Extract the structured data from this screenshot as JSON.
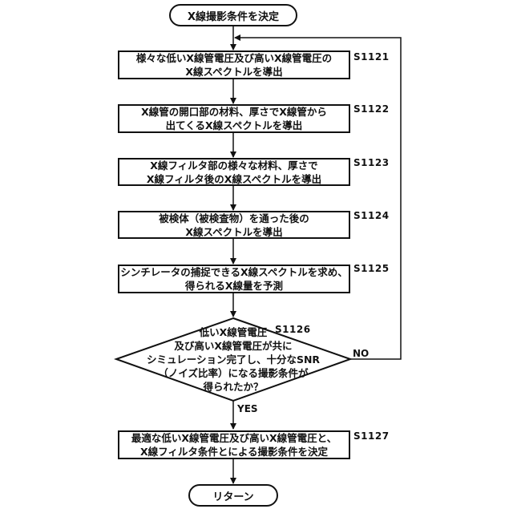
{
  "start": "X線撮影条件を決定",
  "end": "リターン",
  "steps": [
    {
      "id": "S1121",
      "lines": [
        "様々な低いX線管電圧及び高いX線管電圧の",
        "X線スペクトルを導出"
      ]
    },
    {
      "id": "S1122",
      "lines": [
        "X線管の開口部の材料、厚さでX線管から",
        "出てくるX線スペクトルを導出"
      ]
    },
    {
      "id": "S1123",
      "lines": [
        "X線フィルタ部の様々な材料、厚さで",
        "X線フィルタ後のX線スペクトルを導出"
      ]
    },
    {
      "id": "S1124",
      "lines": [
        "被検体（被検査物）を通った後の",
        "X線スペクトルを導出"
      ]
    },
    {
      "id": "S1125",
      "lines": [
        "シンチレータの捕捉できるX線スペクトルを求め、",
        "得られるX線量を予測"
      ]
    }
  ],
  "decision": {
    "id": "S1126",
    "lines": [
      "低いX線管電圧",
      "及び高いX線管電圧が共に",
      "シミュレーション完了し、十分なSNR",
      "（ノイズ比率）になる撮影条件が",
      "得られたか？"
    ],
    "yes": "YES",
    "no": "NO"
  },
  "final": {
    "id": "S1127",
    "lines": [
      "最適な低いX線管電圧及び高いX線管電圧と、",
      "X線フィルタ条件とによる撮影条件を決定"
    ]
  }
}
